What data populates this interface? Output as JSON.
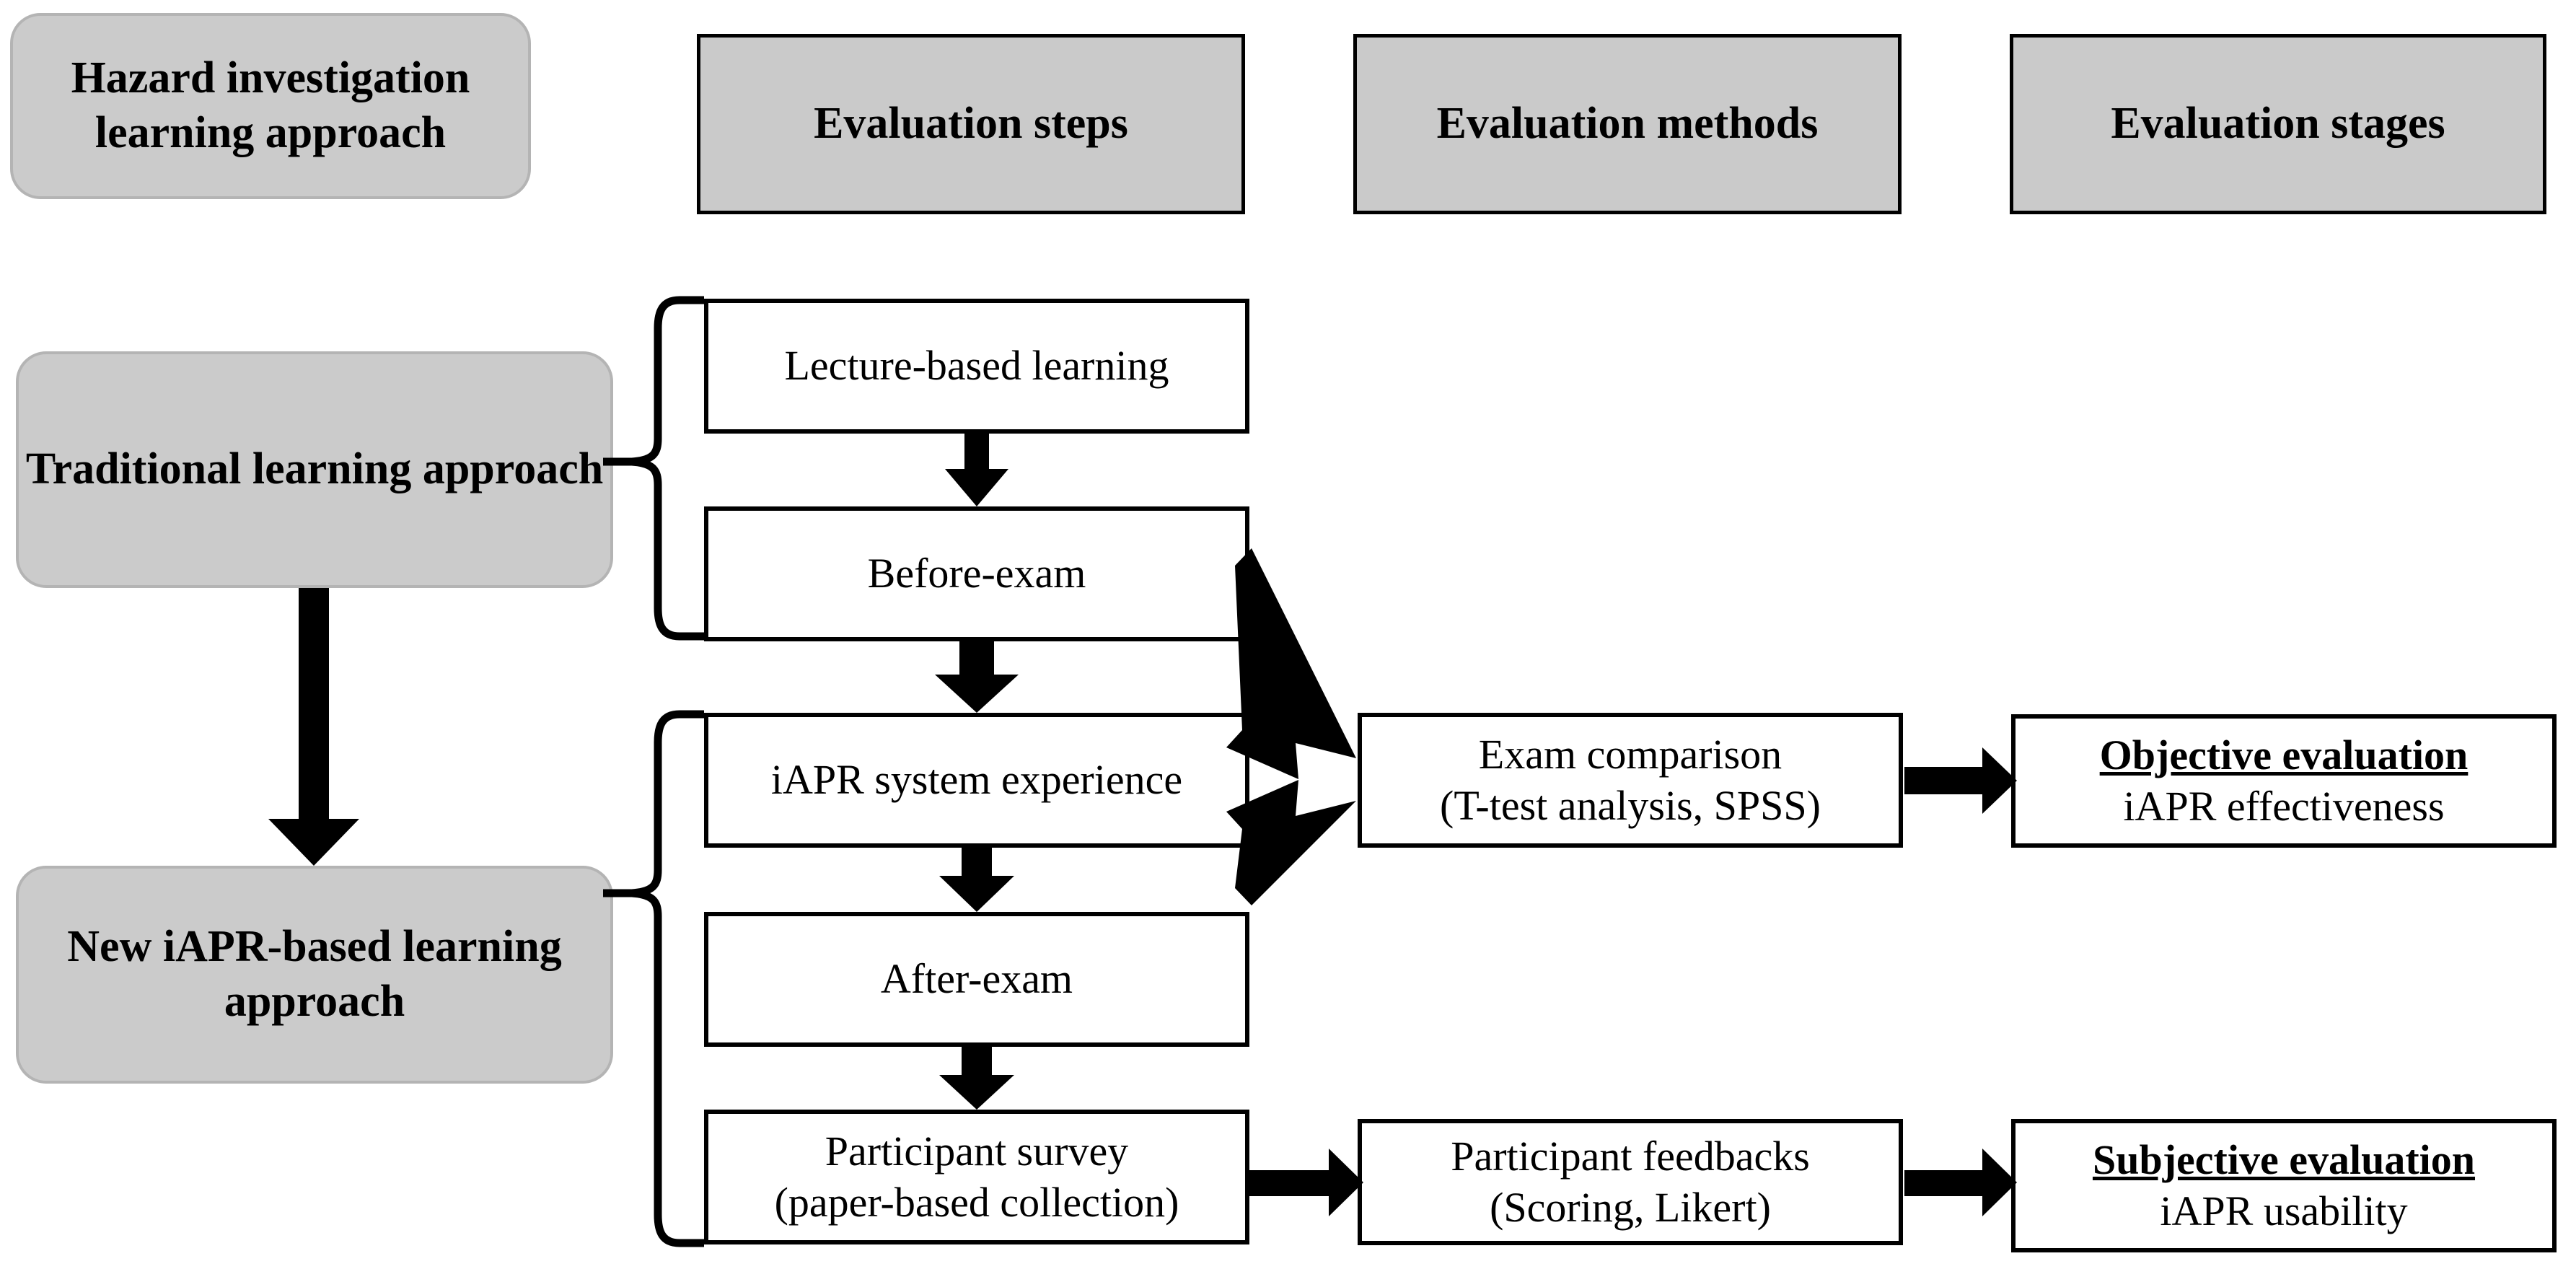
{
  "figure": {
    "kind": "evaluation-framework-flowchart",
    "background": "#ffffff",
    "fill_gray": "#cacaca",
    "stroke": "#000000"
  },
  "headers": [
    {
      "id": "approach",
      "label": "Hazard investigation\nlearning approach",
      "line1": "Hazard investigation",
      "line2": "learning approach"
    },
    {
      "id": "steps",
      "label": "Evaluation steps"
    },
    {
      "id": "methods",
      "label": "Evaluation methods"
    },
    {
      "id": "stages",
      "label": "Evaluation stages"
    }
  ],
  "approaches": [
    {
      "id": "traditional",
      "line1": "Traditional",
      "line2": "learning approach"
    },
    {
      "id": "iapr",
      "line1": "New iAPR-based",
      "line2": "learning approach"
    }
  ],
  "steps": [
    {
      "id": "lecture-based-learning",
      "label": "Lecture-based learning",
      "group": "traditional"
    },
    {
      "id": "before-exam",
      "label": "Before-exam",
      "group": "traditional"
    },
    {
      "id": "iapr-system-experience",
      "label": "iAPR system experience",
      "group": "iapr"
    },
    {
      "id": "after-exam",
      "label": "After-exam",
      "group": "iapr"
    },
    {
      "id": "participant-survey",
      "line1": "Participant survey",
      "line2": "(paper-based collection)",
      "group": "iapr"
    }
  ],
  "methods": [
    {
      "id": "exam-comparison",
      "line1": "Exam comparison",
      "line2": "(T-test analysis, SPSS)"
    },
    {
      "id": "participant-feedbacks",
      "line1": "Participant feedbacks",
      "line2": "(Scoring, Likert)"
    }
  ],
  "stages": [
    {
      "id": "objective-evaluation",
      "title": "Objective evaluation",
      "subtitle": "iAPR effectiveness"
    },
    {
      "id": "subjective-evaluation",
      "title": "Subjective evaluation",
      "subtitle": "iAPR usability"
    }
  ],
  "connectors": [
    {
      "id": "traditional-to-iapr",
      "type": "block-arrow-down",
      "from": "traditional",
      "to": "iapr"
    },
    {
      "id": "brace-traditional",
      "type": "curly-brace",
      "groups": [
        "lecture-based-learning",
        "before-exam"
      ]
    },
    {
      "id": "brace-iapr",
      "type": "curly-brace",
      "groups": [
        "iapr-system-experience",
        "after-exam",
        "participant-survey"
      ]
    },
    {
      "id": "lecture-to-before",
      "type": "arrow-down",
      "from": "lecture-based-learning",
      "to": "before-exam"
    },
    {
      "id": "before-to-iapr-exp",
      "type": "block-arrow-down",
      "from": "before-exam",
      "to": "iapr-system-experience"
    },
    {
      "id": "iapr-exp-to-after",
      "type": "arrow-down",
      "from": "iapr-system-experience",
      "to": "after-exam"
    },
    {
      "id": "after-to-survey",
      "type": "arrow-down",
      "from": "after-exam",
      "to": "participant-survey"
    },
    {
      "id": "before-exam-to-comparison",
      "type": "arrow-diagonal",
      "from": "before-exam",
      "to": "exam-comparison"
    },
    {
      "id": "after-exam-to-comparison",
      "type": "arrow-diagonal",
      "from": "after-exam",
      "to": "exam-comparison"
    },
    {
      "id": "comparison-to-objective",
      "type": "arrow-right",
      "from": "exam-comparison",
      "to": "objective-evaluation"
    },
    {
      "id": "survey-to-feedbacks",
      "type": "arrow-right",
      "from": "participant-survey",
      "to": "participant-feedbacks"
    },
    {
      "id": "feedbacks-to-subjective",
      "type": "arrow-right",
      "from": "participant-feedbacks",
      "to": "subjective-evaluation"
    }
  ]
}
